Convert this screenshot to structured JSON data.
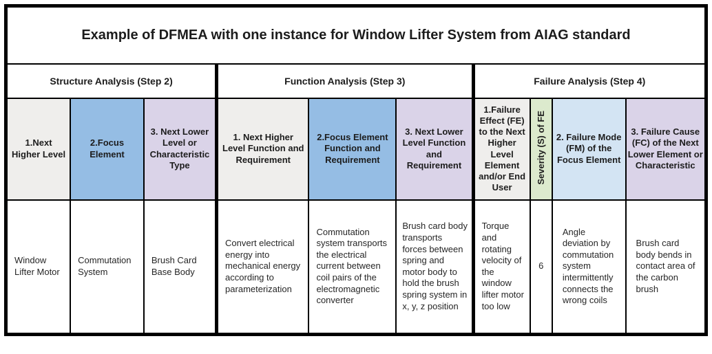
{
  "title": "Example of DFMEA with one instance for Window Lifter System from AIAG standard",
  "sections": [
    {
      "label": "Structure Analysis (Step 2)"
    },
    {
      "label": "Function Analysis (Step 3)"
    },
    {
      "label": "Failure Analysis (Step 4)"
    }
  ],
  "columns": [
    {
      "header": "1.Next Higher Level",
      "bg": "#EFEEEC"
    },
    {
      "header": "2.Focus Element",
      "bg": "#95BDE4"
    },
    {
      "header": "3. Next Lower Level or Characteristic Type",
      "bg": "#DAD3E8"
    },
    {
      "header": "1. Next Higher Level Function and Requirement",
      "bg": "#EFEEEC"
    },
    {
      "header": "2.Focus Element Function and Requirement",
      "bg": "#95BDE4"
    },
    {
      "header": "3. Next Lower Level Function and Requirement",
      "bg": "#DAD3E8"
    },
    {
      "header": "1.Failure Effect (FE) to the Next Higher Level Element and/or End User",
      "bg": "#EFEEEC"
    },
    {
      "header": "Severity (S) of FE",
      "bg": "#DCEACD",
      "orientation": "vertical"
    },
    {
      "header": "2. Failure Mode (FM) of the Focus Element",
      "bg": "#D3E4F3"
    },
    {
      "header": "3. Failure Cause (FC) of the Next Lower Element or Characteristic",
      "bg": "#DAD3E8"
    }
  ],
  "row": {
    "next_higher_level": "Window Lifter Motor",
    "focus_element": "Commutation System",
    "next_lower_level": "Brush Card Base Body",
    "next_higher_level_function": "Convert electrical energy into mechanical energy according to parameterization",
    "focus_element_function": "Commutation system transports the electrical current between coil pairs of the electromagnetic converter",
    "next_lower_level_function": "Brush card body transports forces between spring and motor body to hold the brush spring system in x, y, z position",
    "failure_effect": "Torque and rotating velocity of the window lifter motor too low",
    "severity": "6",
    "failure_mode": "Angle deviation by commutation system intermittently connects the wrong coils",
    "failure_cause": "Brush card body bends in contact area of the carbon brush"
  },
  "colors": {
    "border": "#000000",
    "header_gray": "#EFEEEC",
    "header_blue": "#95BDE4",
    "header_purple": "#DAD3E8",
    "header_green": "#DCEACD",
    "header_light_blue": "#D3E4F3",
    "body_background": "#FFFFFF"
  }
}
